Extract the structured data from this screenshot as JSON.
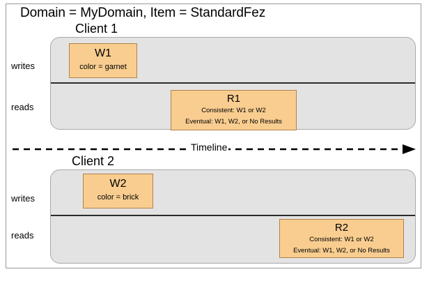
{
  "diagram": {
    "title": "Domain = MyDomain, Item = StandardFez",
    "timeline_label": "Timeline",
    "colors": {
      "panel_fill": "#E3E3E3",
      "panel_border": "#A8A8A8",
      "op_fill": "#F9CD90",
      "op_border": "#B0834A",
      "frame_border": "#9A9A9A",
      "divider": "#2B2B2B",
      "text": "#000000",
      "background": "#FFFFFF"
    },
    "clients": [
      {
        "name": "Client 1",
        "rows": [
          {
            "label": "writes"
          },
          {
            "label": "reads"
          }
        ],
        "writes": {
          "id": "W1",
          "detail": "color = garnet"
        },
        "reads": {
          "id": "R1",
          "consistent": "Consistent: W1 or W2",
          "eventual": "Eventual: W1, W2, or No Results"
        }
      },
      {
        "name": "Client 2",
        "rows": [
          {
            "label": "writes"
          },
          {
            "label": "reads"
          }
        ],
        "writes": {
          "id": "W2",
          "detail": "color = brick"
        },
        "reads": {
          "id": "R2",
          "consistent": "Consistent: W1 or W2",
          "eventual": "Eventual: W1, W2, or No Results"
        }
      }
    ]
  }
}
